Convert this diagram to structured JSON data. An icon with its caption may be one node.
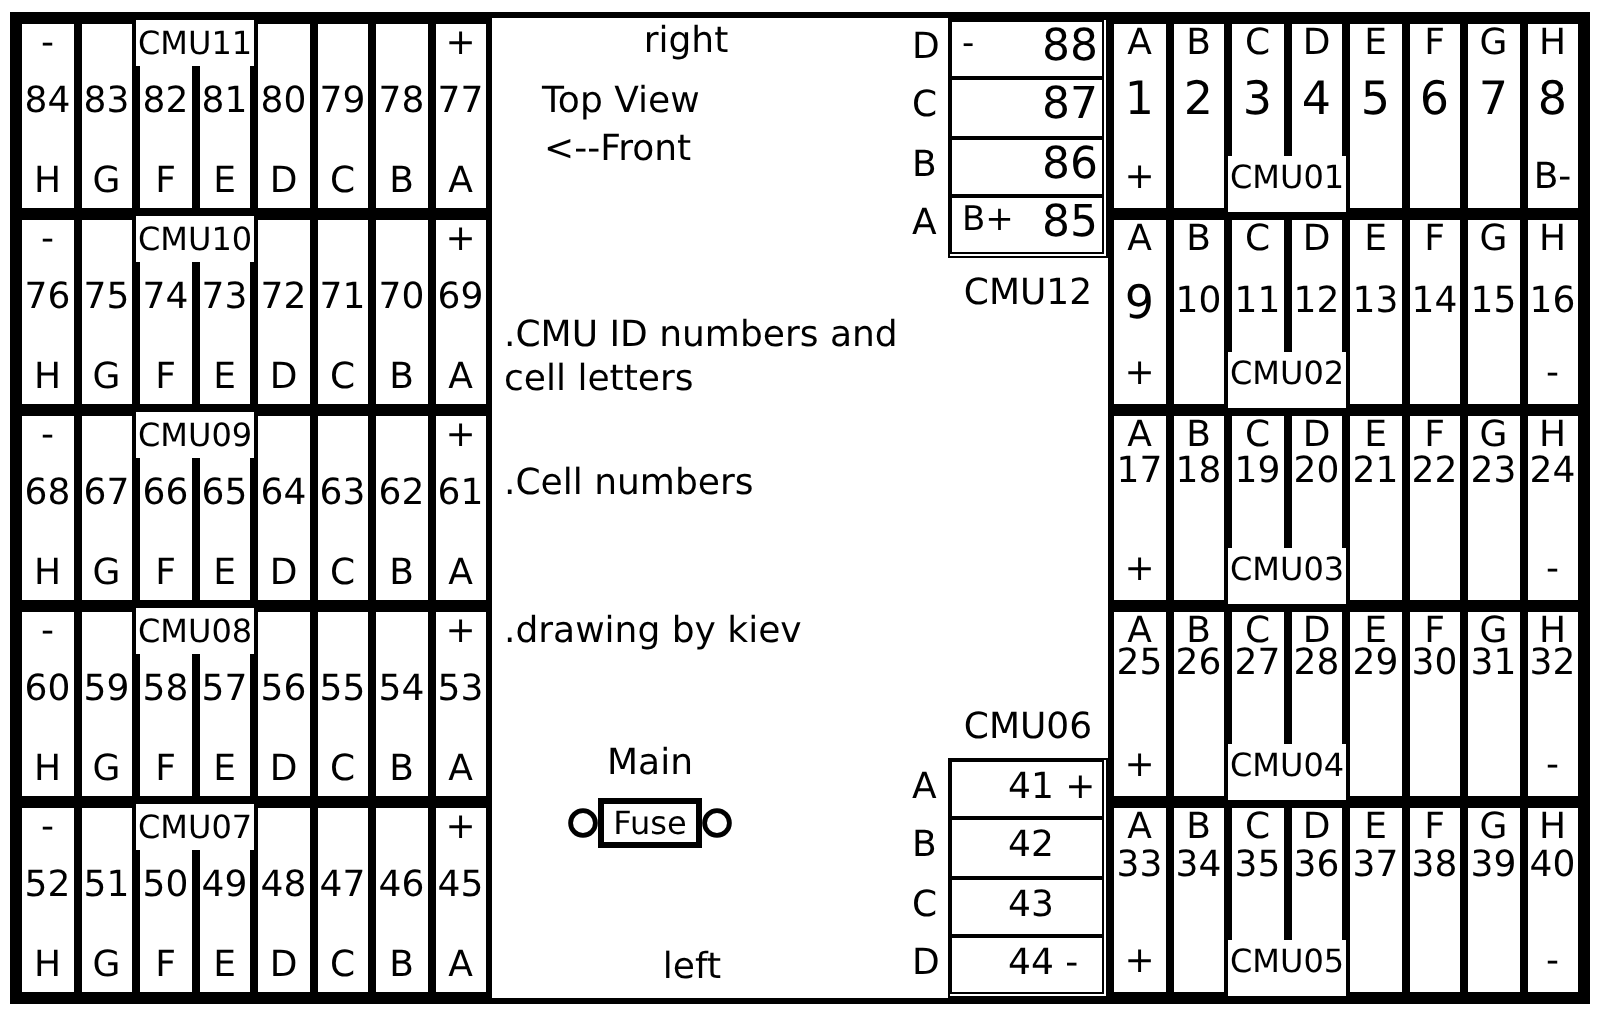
{
  "diagram": {
    "nodes": [
      {
        "text": [
          "CMU11"
        ]
      },
      {
        "text": [
          "-",
          "84",
          "H"
        ],
        "in": 0
      },
      {
        "text": [
          "83",
          "G"
        ],
        "in": 0
      },
      {
        "text": [
          "82",
          "F"
        ],
        "in": 0
      },
      {
        "text": [
          "81",
          "E"
        ],
        "in": 0
      },
      {
        "text": [
          "80",
          "D"
        ],
        "in": 0
      },
      {
        "text": [
          "79",
          "C"
        ],
        "in": 0
      },
      {
        "text": [
          "78",
          "B"
        ],
        "in": 0
      },
      {
        "text": [
          "+",
          "77",
          "A"
        ],
        "in": 0
      },
      {
        "text": [
          "CMU10"
        ]
      },
      {
        "text": [
          "-",
          "76",
          "H"
        ],
        "in": 9
      },
      {
        "text": [
          "75",
          "G"
        ],
        "in": 9
      },
      {
        "text": [
          "74",
          "F"
        ],
        "in": 9
      },
      {
        "text": [
          "73",
          "E"
        ],
        "in": 9
      },
      {
        "text": [
          "72",
          "D"
        ],
        "in": 9
      },
      {
        "text": [
          "71",
          "C"
        ],
        "in": 9
      },
      {
        "text": [
          "70",
          "B"
        ],
        "in": 9
      },
      {
        "text": [
          "+",
          "69",
          "A"
        ],
        "in": 9
      },
      {
        "text": [
          "CMU09"
        ]
      },
      {
        "text": [
          "-",
          "68",
          "H"
        ],
        "in": 18
      },
      {
        "text": [
          "67",
          "G"
        ],
        "in": 18
      },
      {
        "text": [
          "66",
          "F"
        ],
        "in": 18
      },
      {
        "text": [
          "65",
          "E"
        ],
        "in": 18
      },
      {
        "text": [
          "64",
          "D"
        ],
        "in": 18
      },
      {
        "text": [
          "63",
          "C"
        ],
        "in": 18
      },
      {
        "text": [
          "62",
          "B"
        ],
        "in": 18
      },
      {
        "text": [
          "+",
          "61",
          "A"
        ],
        "in": 18
      },
      {
        "text": [
          "CMU08"
        ]
      },
      {
        "text": [
          "-",
          "60",
          "H"
        ],
        "in": 27
      },
      {
        "text": [
          "59",
          "G"
        ],
        "in": 27
      },
      {
        "text": [
          "58",
          "F"
        ],
        "in": 27
      },
      {
        "text": [
          "57",
          "E"
        ],
        "in": 27
      },
      {
        "text": [
          "56",
          "D"
        ],
        "in": 27
      },
      {
        "text": [
          "55",
          "C"
        ],
        "in": 27
      },
      {
        "text": [
          "54",
          "B"
        ],
        "in": 27
      },
      {
        "text": [
          "+",
          "53",
          "A"
        ],
        "in": 27
      },
      {
        "text": [
          "CMU07"
        ]
      },
      {
        "text": [
          "-",
          "52",
          "H"
        ],
        "in": 36
      },
      {
        "text": [
          "51",
          "G"
        ],
        "in": 36
      },
      {
        "text": [
          "50",
          "F"
        ],
        "in": 36
      },
      {
        "text": [
          "49",
          "E"
        ],
        "in": 36
      },
      {
        "text": [
          "48",
          "D"
        ],
        "in": 36
      },
      {
        "text": [
          "47",
          "C"
        ],
        "in": 36
      },
      {
        "text": [
          "46",
          "B"
        ],
        "in": 36
      },
      {
        "text": [
          "+",
          "45",
          "A"
        ],
        "in": 36
      },
      {
        "text": [
          "CMU12"
        ]
      },
      {
        "text": [
          "-",
          "88"
        ],
        "in": 45,
        "beside": [
          "D"
        ]
      },
      {
        "text": [
          "87"
        ],
        "in": 45,
        "beside": [
          "C"
        ]
      },
      {
        "text": [
          "86"
        ],
        "in": 45,
        "beside": [
          "B"
        ]
      },
      {
        "text": [
          "B+",
          "85"
        ],
        "in": 45,
        "beside": [
          "A"
        ]
      },
      {
        "text": [
          "Main",
          "Fuse"
        ]
      },
      {
        "text": [
          "CMU06"
        ]
      },
      {
        "text": [
          "41 +"
        ],
        "in": 51,
        "beside": [
          "A"
        ]
      },
      {
        "text": [
          "42"
        ],
        "in": 51,
        "beside": [
          "B"
        ]
      },
      {
        "text": [
          "43"
        ],
        "in": 51,
        "beside": [
          "C"
        ]
      },
      {
        "text": [
          "44 -"
        ],
        "in": 51,
        "beside": [
          "D"
        ]
      },
      {
        "text": [
          "CMU01"
        ]
      },
      {
        "text": [
          "A",
          "1",
          "+"
        ],
        "in": 56
      },
      {
        "text": [
          "B",
          "2"
        ],
        "in": 56
      },
      {
        "text": [
          "C",
          "3"
        ],
        "in": 56
      },
      {
        "text": [
          "D",
          "4"
        ],
        "in": 56
      },
      {
        "text": [
          "E",
          "5"
        ],
        "in": 56
      },
      {
        "text": [
          "F",
          "6"
        ],
        "in": 56
      },
      {
        "text": [
          "G",
          "7"
        ],
        "in": 56
      },
      {
        "text": [
          "H",
          "8",
          "B-"
        ],
        "in": 56
      },
      {
        "text": [
          "CMU02"
        ]
      },
      {
        "text": [
          "A",
          "9",
          "+"
        ],
        "in": 65
      },
      {
        "text": [
          "B",
          "10"
        ],
        "in": 65
      },
      {
        "text": [
          "C",
          "11"
        ],
        "in": 65
      },
      {
        "text": [
          "D",
          "12"
        ],
        "in": 65
      },
      {
        "text": [
          "E",
          "13"
        ],
        "in": 65
      },
      {
        "text": [
          "F",
          "14"
        ],
        "in": 65
      },
      {
        "text": [
          "G",
          "15"
        ],
        "in": 65
      },
      {
        "text": [
          "H",
          "16",
          "-"
        ],
        "in": 65
      },
      {
        "text": [
          "CMU03"
        ]
      },
      {
        "text": [
          "A",
          "17",
          "+"
        ],
        "in": 74
      },
      {
        "text": [
          "B",
          "18"
        ],
        "in": 74
      },
      {
        "text": [
          "C",
          "19"
        ],
        "in": 74
      },
      {
        "text": [
          "D",
          "20"
        ],
        "in": 74
      },
      {
        "text": [
          "E",
          "21"
        ],
        "in": 74
      },
      {
        "text": [
          "F",
          "22"
        ],
        "in": 74
      },
      {
        "text": [
          "G",
          "23"
        ],
        "in": 74
      },
      {
        "text": [
          "H",
          "24",
          "-"
        ],
        "in": 74
      },
      {
        "text": [
          "CMU04"
        ]
      },
      {
        "text": [
          "A",
          "25",
          "+"
        ],
        "in": 83
      },
      {
        "text": [
          "B",
          "26"
        ],
        "in": 83
      },
      {
        "text": [
          "C",
          "27"
        ],
        "in": 83
      },
      {
        "text": [
          "D",
          "28"
        ],
        "in": 83
      },
      {
        "text": [
          "E",
          "29"
        ],
        "in": 83
      },
      {
        "text": [
          "F",
          "30"
        ],
        "in": 83
      },
      {
        "text": [
          "G",
          "31"
        ],
        "in": 83
      },
      {
        "text": [
          "H",
          "32",
          "-"
        ],
        "in": 83
      },
      {
        "text": [
          "CMU05"
        ]
      },
      {
        "text": [
          "A",
          "33",
          "+"
        ],
        "in": 92
      },
      {
        "text": [
          "B",
          "34"
        ],
        "in": 92
      },
      {
        "text": [
          "C",
          "35"
        ],
        "in": 92
      },
      {
        "text": [
          "D",
          "36"
        ],
        "in": 92
      },
      {
        "text": [
          "E",
          "37"
        ],
        "in": 92
      },
      {
        "text": [
          "F",
          "38"
        ],
        "in": 92
      },
      {
        "text": [
          "G",
          "39"
        ],
        "in": 92
      },
      {
        "text": [
          "H",
          "40",
          "-"
        ],
        "in": 92
      }
    ],
    "labels": [
      "right",
      "Top View",
      "<--Front",
      ".CMU ID numbers and cell letters",
      ".Cell numbers",
      ".drawing by kiev",
      "left"
    ]
  }
}
